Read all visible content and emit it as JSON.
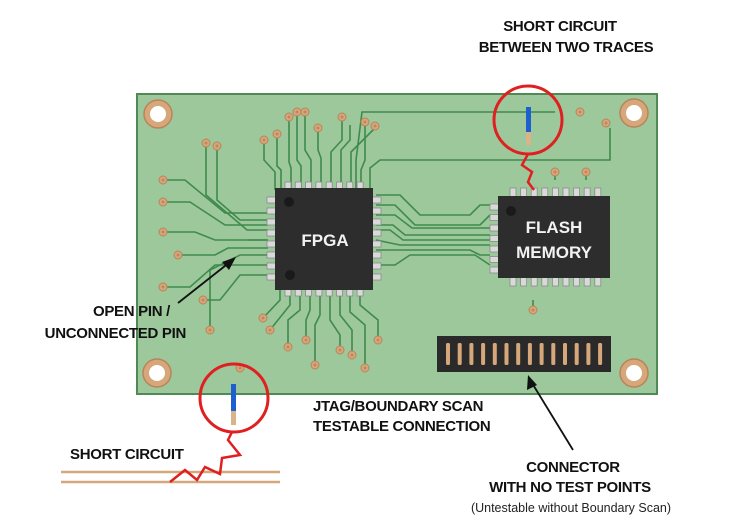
{
  "colors": {
    "board": "#9cc89c",
    "board_border": "#4f8a55",
    "trace": "#3f8a4c",
    "chip": "#2d2d2d",
    "pad": "#d6a77a",
    "fault_circle": "#e02020",
    "probe_blue": "#1e5fd0",
    "probe_tan": "#d9b48a",
    "connector_body": "#2a2a2a",
    "connector_pin": "#d6a77a"
  },
  "components": {
    "fpga": {
      "label": "FPGA"
    },
    "flash": {
      "label_line1": "FLASH",
      "label_line2": "MEMORY"
    },
    "connector": {
      "pin_count": 14
    }
  },
  "annotations": {
    "short_between_traces": {
      "line1": "SHORT CIRCUIT",
      "line2": "BETWEEN TWO TRACES"
    },
    "open_pin": {
      "line1": "OPEN PIN /",
      "line2": "UNCONNECTED PIN"
    },
    "short_circuit": {
      "line1": "SHORT CIRCUIT"
    },
    "jtag": {
      "line1": "JTAG/BOUNDARY SCAN",
      "line2": "TESTABLE CONNECTION"
    },
    "connector": {
      "line1": "CONNECTOR",
      "line2": "WITH NO TEST POINTS",
      "line3": "(Untestable without Boundary Scan)"
    }
  }
}
